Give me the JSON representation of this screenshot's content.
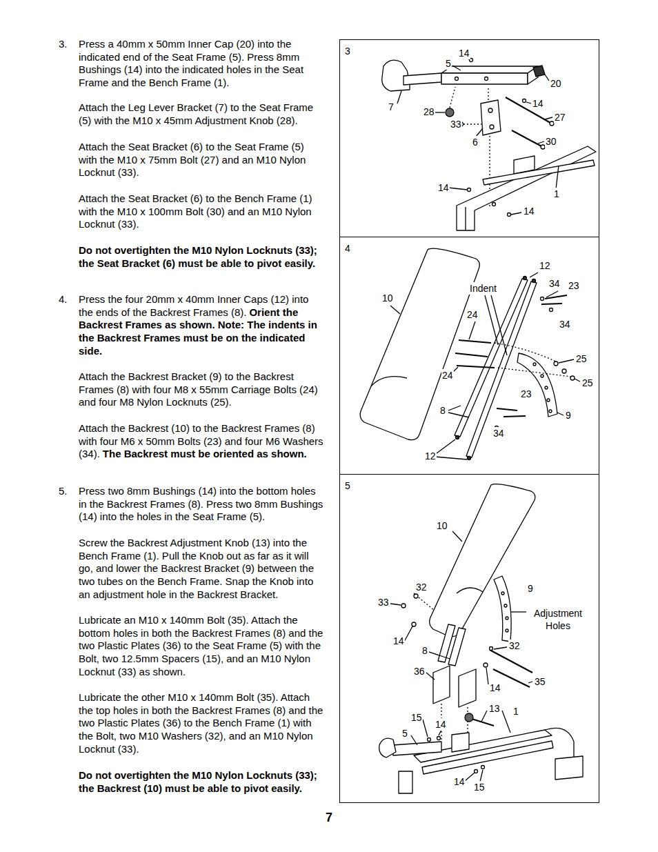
{
  "diagram": {
    "nodes": [
      {
        "text": [
          "3"
        ]
      },
      {
        "text": [
          "4"
        ]
      },
      {
        "text": [
          "5"
        ]
      }
    ],
    "labels": [
      "3.",
      "Press a 40mm x 50mm Inner Cap (20) into the indicated end of the Seat Frame (5). Press 8mm Bushings (14) into the indicated holes in the Seat Frame and the Bench Frame (1).",
      "Attach the Leg Lever Bracket (7) to the Seat Frame (5) with the M10 x 45mm Adjustment Knob (28).",
      "Attach the Seat Bracket (6) to the Seat Frame (5) with the M10 x 75mm Bolt (27) and an M10 Nylon Locknut (33).",
      "Attach the Seat Bracket (6) to the Bench Frame (1) with the M10 x 100mm Bolt (30) and an M10 Nylon Locknut (33).",
      "Do not overtighten the M10 Nylon Locknuts (33); the Seat Bracket (6) must be able to pivot easily.",
      "4.",
      "Press the four 20mm x 40mm Inner Caps (12) into the ends of the Backrest Frames (8).",
      "Orient the Backrest Frames as shown. Note: The indents in the Backrest Frames must be on the indicated side.",
      "Attach the Backrest Bracket (9) to the Backrest Frames (8) with four M8 x 55mm Carriage Bolts (24) and four M8 Nylon Locknuts (25).",
      "Attach the Backrest (10) to the Backrest Frames (8) with four M6 x 50mm Bolts (23) and four M6 Washers (34).",
      "The Backrest must be oriented as shown.",
      "5.",
      "Press two 8mm Bushings (14) into the bottom holes in the Backrest Frames (8). Press two 8mm Bushings (14) into the holes in the Seat Frame (5).",
      "Screw the Backrest Adjustment Knob (13) into the Bench Frame (1). Pull the Knob out as far as it will go, and lower the Backrest Bracket (9) between the two tubes on the Bench Frame. Snap the Knob into an adjustment hole in the Backrest Bracket.",
      "Lubricate an M10 x 140mm Bolt (35). Attach the bottom holes in both the Backrest Frames (8) and the two Plastic Plates (36) to the Seat Frame (5) with the Bolt, two 12.5mm Spacers (15), and an M10 Nylon Locknut (33) as shown.",
      "Lubricate the other M10 x 140mm Bolt (35). Attach the top holes in both the Backrest Frames (8) and the two Plastic Plates (36) to the Bench Frame (1) with the Bolt, two M10 Washers (32), and an M10 Nylon Locknut (33).",
      "Do not overtighten the M10 Nylon Locknuts (33); the Backrest (10) must be able to pivot easily.",
      "14",
      "5",
      "20",
      "7",
      "28",
      "33",
      "14",
      "27",
      "6",
      "30",
      "14",
      "1",
      "14",
      "12",
      "34",
      "23",
      "Indent",
      "10",
      "24",
      "34",
      "25",
      "24",
      "25",
      "23",
      "8",
      "9",
      "34",
      "12",
      "10",
      "32",
      "9",
      "33",
      "Adjustment Holes",
      "14",
      "8",
      "32",
      "36",
      "35",
      "14",
      "13",
      "1",
      "15",
      "14",
      "5",
      "14",
      "15",
      "7"
    ]
  }
}
